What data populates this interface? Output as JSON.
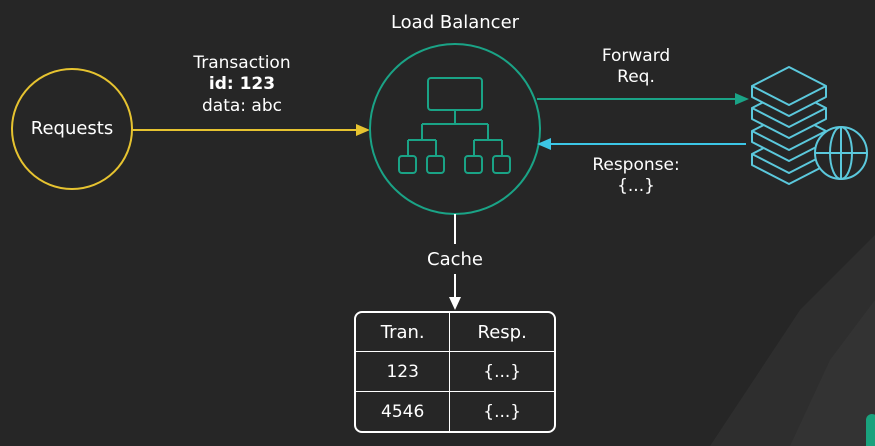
{
  "load_balancer": {
    "label": "Load Balancer"
  },
  "requests": {
    "label": "Requests"
  },
  "transaction": {
    "line1": "Transaction",
    "line2": "id: 123",
    "line3": "data: abc"
  },
  "forward": {
    "line1": "Forward",
    "line2": "Req."
  },
  "response": {
    "line1": "Response:",
    "line2": "{...}"
  },
  "cache": {
    "label": "Cache"
  },
  "cache_table": {
    "headers": [
      "Tran.",
      "Resp."
    ],
    "rows": [
      [
        "123",
        "{...}"
      ],
      [
        "4546",
        "{...}"
      ]
    ]
  },
  "colors": {
    "background": "#262626",
    "requests_stroke": "#e6c330",
    "load_balancer_stroke": "#1aa386",
    "forward_arrow": "#1aa386",
    "response_arrow": "#3cc6e6",
    "server_stroke": "#5bc8dc",
    "cache_arrow": "#ffffff"
  },
  "icons": {
    "load_balancer_icon": "hierarchy-icon",
    "server_icon": "server-stack-globe-icon"
  }
}
